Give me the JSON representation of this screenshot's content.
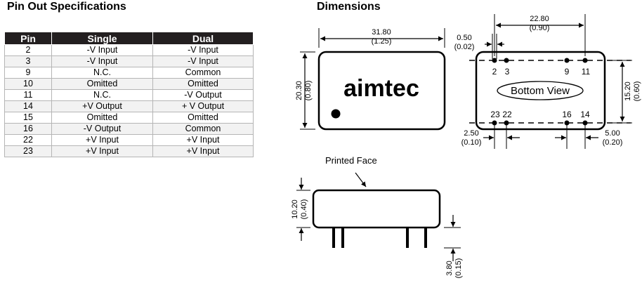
{
  "pinout": {
    "title": "Pin Out Specifications",
    "columns": [
      "Pin",
      "Single",
      "Dual"
    ],
    "rows": [
      [
        "2",
        "-V Input",
        "-V Input"
      ],
      [
        "3",
        "-V Input",
        "-V Input"
      ],
      [
        "9",
        "N.C.",
        "Common"
      ],
      [
        "10",
        "Omitted",
        "Omitted"
      ],
      [
        "11",
        "N.C.",
        "-V Output"
      ],
      [
        "14",
        "+V Output",
        "+ V Output"
      ],
      [
        "15",
        "Omitted",
        "Omitted"
      ],
      [
        "16",
        "-V Output",
        "Common"
      ],
      [
        "22",
        "+V Input",
        "+V Input"
      ],
      [
        "23",
        "+V Input",
        "+V Input"
      ]
    ]
  },
  "dimensions": {
    "title": "Dimensions",
    "logo": "aimtec",
    "bottom_view_label": "Bottom View",
    "printed_face_label": "Printed Face",
    "length_mm": "31.80",
    "length_in": "(1.25)",
    "height_mm": "20.30",
    "height_in": "(0.80)",
    "pin_span_mm": "22.80",
    "pin_span_in": "(0.90)",
    "pin_dia_mm": "0.50",
    "pin_dia_in": "(0.02)",
    "row_spacing_mm": "15.20",
    "row_spacing_in": "(0.60)",
    "left_offset_mm": "2.50",
    "left_offset_in": "(0.10)",
    "right_offset_mm": "5.00",
    "right_offset_in": "(0.20)",
    "body_height_mm": "10.20",
    "body_height_in": "(0.40)",
    "pin_length_mm": "3.80",
    "pin_length_in": "(0.15)",
    "pins_top": [
      "2",
      "3",
      "9",
      "11"
    ],
    "pins_bottom": [
      "23",
      "22",
      "16",
      "14"
    ]
  }
}
